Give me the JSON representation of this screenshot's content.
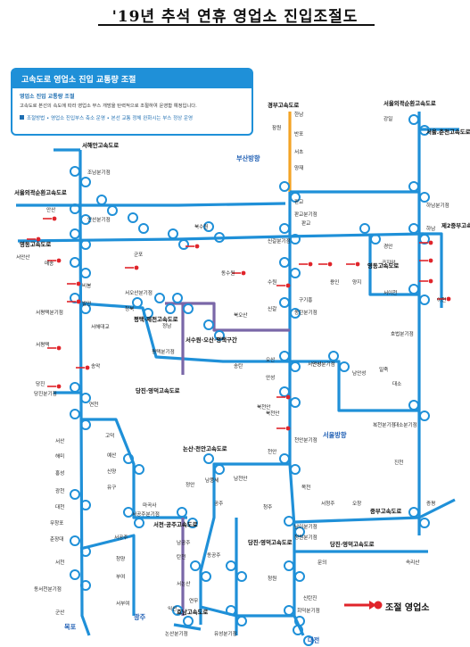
{
  "title": "'19년 추석 연휴 영업소 진입조절도",
  "legend": {
    "header": "고속도로 영업소 진입 교통량 조절",
    "subheader": "영업소 진입 교통량 조절",
    "description": "고속도로 본선의 속도에 따라 영업소 부스 개방을 탄력적으로 조절하여 운영함 예정입니다.",
    "method": "조절방법 • 영업소 진입부스 축소 운영  • 본선 교통 정체 완화시는 부스 정상 운영"
  },
  "key_label": "조절 영업소",
  "colors": {
    "road": "#1f90d8",
    "highlight_road": "#f3a325",
    "regional_road": "#7a67a8",
    "control_marker": "#e0242a"
  },
  "map": {
    "expressways": [
      "서해안고속도로",
      "서울외곽순환고속도로",
      "영동고속도로",
      "경부고속도로",
      "서울외곽순환고속도로",
      "서울.춘천고속도로",
      "제2중부고속도로",
      "영동고속도로",
      "평택·제천고속도로",
      "서수원·오산·평택구간",
      "당진·영덕고속도로",
      "논산·천안고속도로",
      "서천·공주고속도로",
      "당진·영덕고속도로",
      "호남고속도로",
      "중부고속도로",
      "당진·영덕고속도로"
    ],
    "places": [
      "한남",
      "잠원",
      "반포",
      "서초",
      "양재",
      "판교",
      "판교분기점",
      "판교",
      "신갈분기점",
      "수원",
      "신갈",
      "구기흥",
      "동탄분기점",
      "오산",
      "안성분기점",
      "안성",
      "남안성",
      "북천안",
      "천안분기점",
      "천안",
      "목천",
      "청주",
      "남이분기점",
      "청원분기점",
      "청원",
      "신탄진",
      "회덕분기점",
      "조남분기점",
      "안산",
      "안산분기점",
      "군포",
      "북수원",
      "동수원",
      "서안산",
      "매송",
      "비봉",
      "발안",
      "서평택분기점",
      "서평택",
      "서해대교",
      "송악",
      "당진",
      "당진분기점",
      "서산",
      "해미",
      "홍성",
      "광천",
      "대천",
      "무창포",
      "춘장대",
      "서천",
      "동서천분기점",
      "군산",
      "서오산분기점",
      "청북",
      "정남",
      "북오산",
      "평택분기점",
      "송탄",
      "서안성",
      "북천안",
      "연천",
      "고덕",
      "예산",
      "신양",
      "유구",
      "마곡사",
      "서공주분기점",
      "서공주",
      "청양",
      "부여",
      "서부여",
      "정안",
      "남풍세",
      "남천안",
      "공주",
      "남공주",
      "탄천",
      "동공주",
      "서논산",
      "연무",
      "익산",
      "논산분기점",
      "유성분기점",
      "강일",
      "하남분기점",
      "하남",
      "경안",
      "곤지암",
      "서이천",
      "이천",
      "호법분기점",
      "용인",
      "양지",
      "일죽",
      "대소",
      "대소분기점",
      "진천",
      "증평",
      "서청주",
      "오창",
      "문의",
      "속리산",
      "복천분기점"
    ],
    "direction_labels": [
      {
        "text": "부산방향"
      },
      {
        "text": "서울방향"
      },
      {
        "text": "목포"
      },
      {
        "text": "광주"
      },
      {
        "text": "대전"
      }
    ]
  }
}
